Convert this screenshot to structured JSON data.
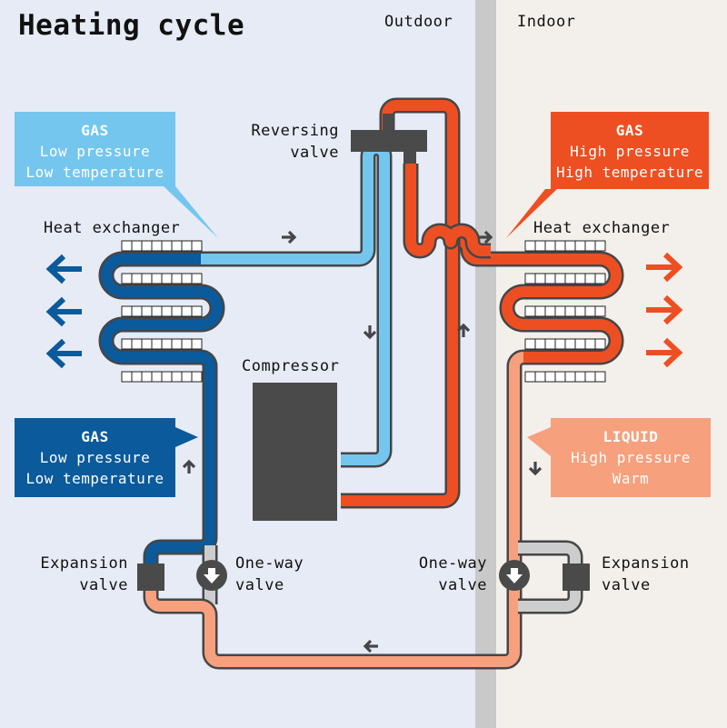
{
  "title": "Heating cycle",
  "zones": {
    "outdoor": "Outdoor",
    "indoor": "Indoor"
  },
  "colors": {
    "outdoor_bg": "#e6ebf6",
    "indoor_bg": "#f3f0eb",
    "wall": "#c9c9c9",
    "pipe_outline": "#454648",
    "light_blue": "#74c6ee",
    "dark_blue": "#0a5a9c",
    "red_orange": "#ee4f22",
    "salmon": "#f6a07d",
    "inactive_gray": "#cdcdcd",
    "component": "#4a4a4a"
  },
  "components": {
    "reversing_valve": [
      "Reversing",
      "valve"
    ],
    "compressor": "Compressor",
    "heat_exchanger_outdoor": "Heat exchanger",
    "heat_exchanger_indoor": "Heat exchanger",
    "expansion_valve_left": [
      "Expansion",
      "valve"
    ],
    "one_way_valve_left": [
      "One-way",
      "valve"
    ],
    "one_way_valve_right": [
      "One-way",
      "valve"
    ],
    "expansion_valve_right": [
      "Expansion",
      "valve"
    ]
  },
  "callouts": [
    {
      "id": "outdoor-gas-in",
      "state": "GAS",
      "lines": [
        "Low pressure",
        "Low temperature"
      ],
      "color": "#74c6ee"
    },
    {
      "id": "indoor-gas-in",
      "state": "GAS",
      "lines": [
        "High pressure",
        "High temperature"
      ],
      "color": "#ee4f22"
    },
    {
      "id": "outdoor-gas-out",
      "state": "GAS",
      "lines": [
        "Low pressure",
        "Low temperature"
      ],
      "color": "#0a5a9c"
    },
    {
      "id": "indoor-liquid-out",
      "state": "LIQUID",
      "lines": [
        "High pressure",
        "Warm"
      ],
      "color": "#f6a07d"
    }
  ],
  "heat_flow": {
    "outdoor": "left",
    "indoor": "right"
  }
}
